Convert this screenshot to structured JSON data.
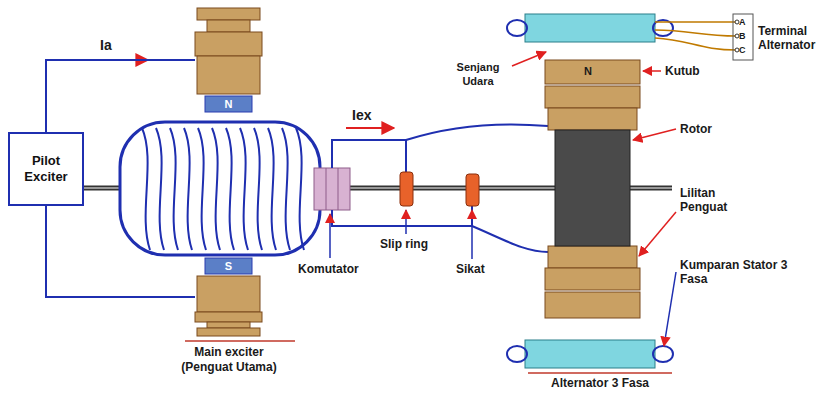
{
  "diagram": {
    "nodes": [
      {
        "text": [
          "Pilot Exciter"
        ]
      },
      {
        "text": [
          "N"
        ]
      },
      {
        "text": [
          "S"
        ]
      }
    ],
    "edges": [
      {
        "from": 0,
        "to": 1,
        "arrow": "none"
      },
      {
        "from": 0,
        "to": 2,
        "arrow": "none"
      }
    ],
    "labels": [
      "Ia",
      "Iex",
      "Senjang Udara",
      "N",
      "Kutub",
      "A",
      "B",
      "C",
      "Terminal Alternator",
      "Rotor",
      "Lilitan Penguat",
      "Kumparan Stator 3 Fasa",
      "Komutator",
      "Slip ring",
      "Sikat",
      "Main exciter",
      "(Penguat Utama)",
      "Alternator 3 Fasa"
    ]
  }
}
